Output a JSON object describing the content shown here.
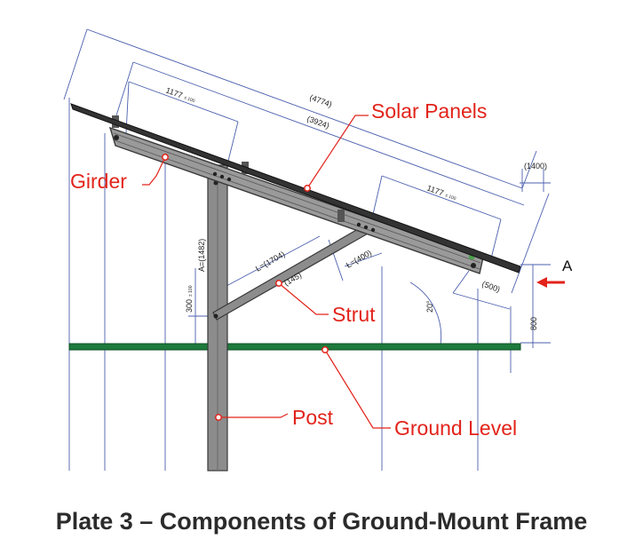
{
  "diagram": {
    "caption": "Plate 3 – Components of Ground-Mount Frame",
    "labels": {
      "solar_panels": "Solar Panels",
      "girder": "Girder",
      "strut": "Strut",
      "post": "Post",
      "ground_level": "Ground Level",
      "view_arrow": "A"
    },
    "dimensions": {
      "panel_length": "(4774)",
      "girder_length": "(3924)",
      "span_left": "1177",
      "span_left_tol": "± 100",
      "span_right": "1177",
      "span_right_tol": "± 100",
      "overhang_top": "(1400)",
      "end_offset": "(500)",
      "strut_length": "L=(1704)",
      "strut_angle": "(145)",
      "strut_offset": "Ł=(400)",
      "post_height": "A=(1482)",
      "post_embed": "300",
      "post_embed_tol": "± 100",
      "tilt_angle": "20°",
      "clearance": "800"
    },
    "colors": {
      "label": "#e2231a",
      "leader": "#e2231a",
      "ground": "#1e7a3c",
      "steel": "#8c8c8c",
      "dimension": "#4b5fae"
    }
  }
}
